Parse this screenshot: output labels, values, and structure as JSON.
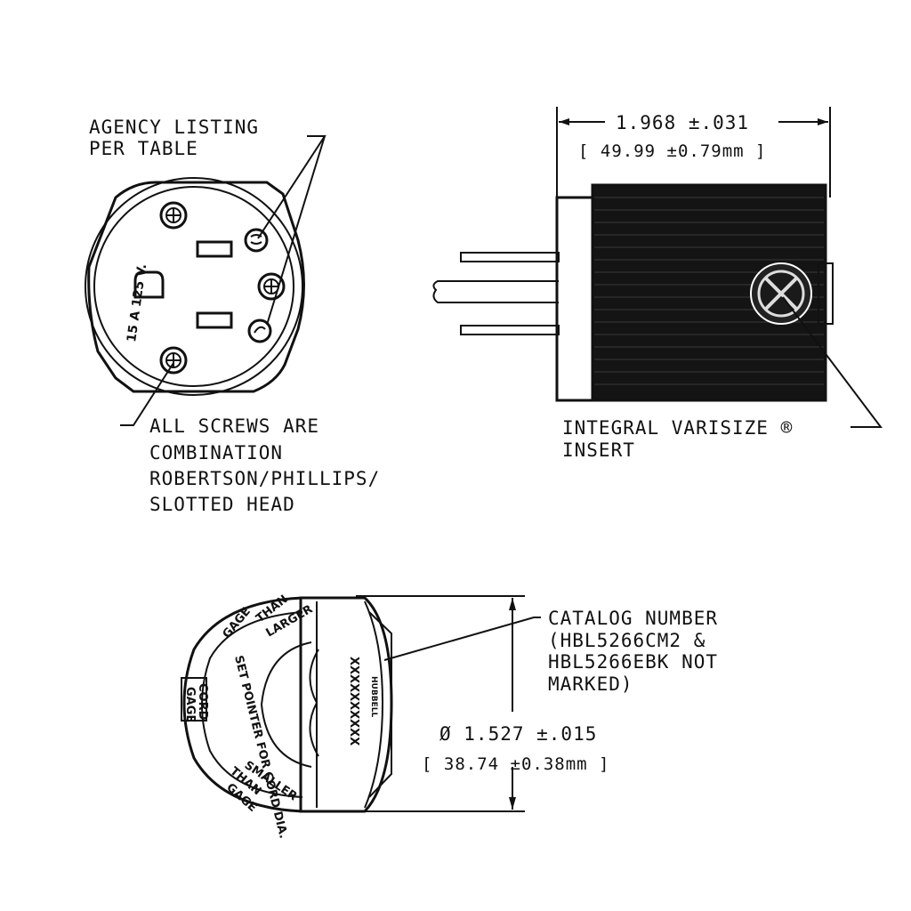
{
  "front_view": {
    "callout_agency": [
      "AGENCY LISTING",
      "PER TABLE"
    ],
    "callout_screws": [
      "ALL SCREWS ARE",
      "COMBINATION",
      "ROBERTSON/PHILLIPS/",
      "SLOTTED HEAD"
    ],
    "rating": "15 A  125 V."
  },
  "side_view": {
    "length_in": "1.968 ±.031",
    "length_mm": "[ 49.99 ±0.79mm ]",
    "callout_insert": [
      "INTEGRAL VARISIZE ®",
      "INSERT"
    ]
  },
  "rear_view": {
    "callout_catalog": [
      "CATALOG NUMBER",
      "(HBL5266CM2 &",
      "HBL5266EBK NOT",
      "MARKED)"
    ],
    "diameter_in": "Ø 1.527 ±.015",
    "diameter_mm": "[ 38.74 ±0.38mm ]",
    "catalog_mark": "XXXXXXXXXX",
    "brand_mark": "HUBBELL",
    "dial_upper": [
      "THAN",
      "LARGER",
      "GAGE",
      "SET POINTER FOR CORD DIA."
    ],
    "dial_lower": [
      "SMALLER",
      "THAN",
      "GAGE"
    ],
    "cord_gage": [
      "CORD",
      "GAGE"
    ]
  }
}
